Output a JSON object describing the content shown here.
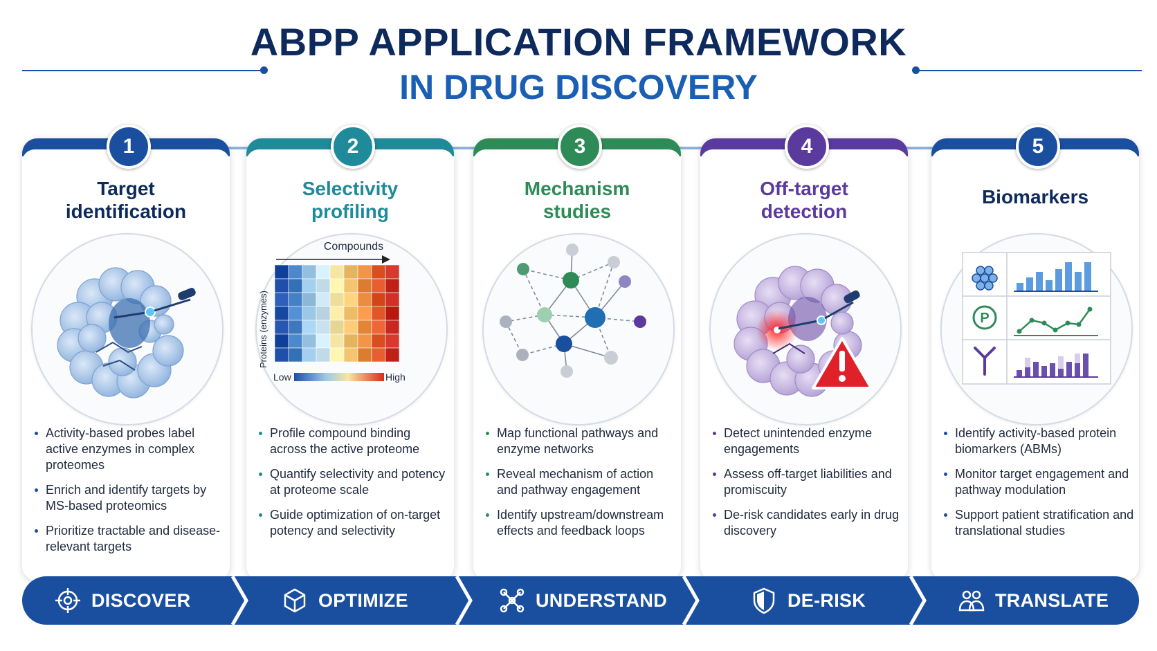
{
  "header": {
    "title_line1": "ABPP APPLICATION FRAMEWORK",
    "title_line2": "IN DRUG DISCOVERY"
  },
  "colors": {
    "navy": "#0e2a5c",
    "blue": "#1a4fa0",
    "teal": "#1f8a9a",
    "green": "#2e8b57",
    "purple": "#5b3a9e",
    "alert_red": "#e0212a"
  },
  "cards": [
    {
      "number": "1",
      "title_line1": "Target",
      "title_line2": "identification",
      "illustration": "protein-probe-icon",
      "bullets": [
        "Activity-based probes label active enzymes in complex proteomes",
        "Enrich and identify targets by MS-based proteomics",
        "Prioritize tractable and disease-relevant targets"
      ]
    },
    {
      "number": "2",
      "title_line1": "Selectivity",
      "title_line2": "profiling",
      "illustration": "heatmap",
      "heatmap": {
        "x_label": "Compounds",
        "y_label": "Proteins (enzymes)",
        "legend_low": "Low",
        "legend_high": "High"
      },
      "bullets": [
        "Profile compound binding across the active proteome",
        "Quantify selectivity and potency at proteome scale",
        "Guide optimization of on-target potency and selectivity"
      ]
    },
    {
      "number": "3",
      "title_line1": "Mechanism",
      "title_line2": "studies",
      "illustration": "network-icon",
      "bullets": [
        "Map functional pathways and enzyme networks",
        "Reveal mechanism of action and pathway engagement",
        "Identify upstream/downstream effects and feedback loops"
      ]
    },
    {
      "number": "4",
      "title_line1": "Off-target",
      "title_line2": "detection",
      "illustration": "protein-warning-icon",
      "bullets": [
        "Detect unintended enzyme engagements",
        "Assess off-target liabilities and promiscuity",
        "De-risk candidates early in drug discovery"
      ]
    },
    {
      "number": "5",
      "title_line1": "Biomarkers",
      "title_line2": "",
      "illustration": "biomarker-panel",
      "bullets": [
        "Identify activity-based protein biomarkers (ABMs)",
        "Monitor target engagement and pathway modulation",
        "Support patient stratification and translational studies"
      ]
    }
  ],
  "stages": [
    {
      "label": "DISCOVER",
      "icon": "crosshair-icon"
    },
    {
      "label": "OPTIMIZE",
      "icon": "cube-icon"
    },
    {
      "label": "UNDERSTAND",
      "icon": "network-nodes-icon"
    },
    {
      "label": "DE-RISK",
      "icon": "shield-icon"
    },
    {
      "label": "TRANSLATE",
      "icon": "people-icon"
    }
  ]
}
